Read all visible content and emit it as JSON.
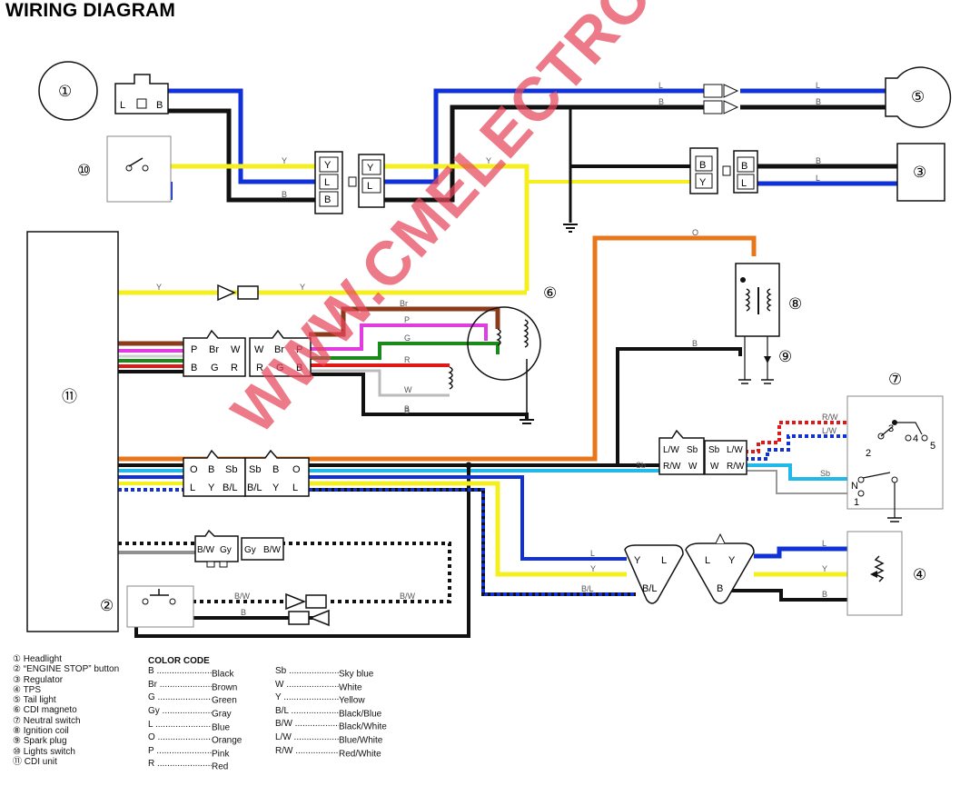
{
  "title": "WIRING DIAGRAM",
  "watermark": "WWW.CMELECTRONICA.COM.AR",
  "components": {
    "c1": "①",
    "c2": "②",
    "c3": "③",
    "c4": "④",
    "c5": "⑤",
    "c6": "⑥",
    "c7": "⑦",
    "c8": "⑧",
    "c9": "⑨",
    "c10": "⑩",
    "c11": "⑪"
  },
  "legend_components": [
    "① Headlight",
    "② “ENGINE STOP” button",
    "③ Regulator",
    "④ TPS",
    "⑤ Tail light",
    "⑥ CDI magneto",
    "⑦ Neutral switch",
    "⑧ Ignition coil",
    "⑨ Spark plug",
    "⑩ Lights switch",
    "⑪ CDI unit"
  ],
  "color_code": {
    "heading": "COLOR CODE",
    "col1": [
      {
        "code": "B",
        "name": "Black"
      },
      {
        "code": "Br",
        "name": "Brown"
      },
      {
        "code": "G",
        "name": "Green"
      },
      {
        "code": "Gy",
        "name": "Gray"
      },
      {
        "code": "L",
        "name": "Blue"
      },
      {
        "code": "O",
        "name": "Orange"
      },
      {
        "code": "P",
        "name": "Pink"
      },
      {
        "code": "R",
        "name": "Red"
      }
    ],
    "col2": [
      {
        "code": "Sb",
        "name": "Sky blue"
      },
      {
        "code": "W",
        "name": "White"
      },
      {
        "code": "Y",
        "name": "Yellow"
      },
      {
        "code": "B/L",
        "name": "Black/Blue"
      },
      {
        "code": "B/W",
        "name": "Black/White"
      },
      {
        "code": "L/W",
        "name": "Blue/White"
      },
      {
        "code": "R/W",
        "name": "Red/White"
      }
    ]
  },
  "pins": {
    "headlight_conn": [
      "L",
      "B"
    ],
    "sw_conn_left": [
      "Y",
      "L",
      "B"
    ],
    "sw_conn_right": [
      "Y",
      "L"
    ],
    "reg_conn_left": [
      "B",
      "Y"
    ],
    "reg_conn_right": [
      "B",
      "L"
    ],
    "mag_conn_left_top": [
      "P",
      "Br",
      "W"
    ],
    "mag_conn_left_bot": [
      "B",
      "G",
      "R"
    ],
    "mag_conn_right_top": [
      "W",
      "Br",
      "P"
    ],
    "mag_conn_right_bot": [
      "R",
      "G",
      "B"
    ],
    "cdi_conn_left_top": [
      "O",
      "B",
      "Sb"
    ],
    "cdi_conn_left_bot": [
      "L",
      "Y",
      "B/L"
    ],
    "cdi_conn_right_top": [
      "Sb",
      "B",
      "O"
    ],
    "cdi_conn_right_bot": [
      "B/L",
      "Y",
      "L"
    ],
    "stop_conn": [
      "B/W",
      "Gy",
      "Gy",
      "B/W"
    ],
    "neutral_conn_left": [
      "L/W",
      "Sb",
      "R/W",
      "W"
    ],
    "neutral_conn_right": [
      "Sb",
      "L/W",
      "W",
      "R/W"
    ],
    "tps_conn_left": [
      "Y",
      "L",
      "B/L"
    ],
    "tps_conn_right": [
      "L",
      "Y",
      "B"
    ],
    "neutral_sw_pins": [
      "3",
      "4",
      "5",
      "2",
      "N",
      "1"
    ]
  },
  "wire_labels": {
    "l1": "L",
    "l2": "B",
    "l3": "Y",
    "l4": "L",
    "l5": "B",
    "l6": "Y",
    "l7": "B",
    "l8": "L",
    "l9": "O",
    "l10": "B",
    "l11": "Y",
    "l12": "Y",
    "l13": "Br",
    "l14": "P",
    "l15": "G",
    "l16": "R",
    "l17": "W",
    "l18": "B",
    "l19": "Sb",
    "l20": "L/W",
    "l21": "R/W",
    "l22": "Sb",
    "l23": "L",
    "l24": "Y",
    "l25": "B/L",
    "l26": "L",
    "l27": "Y",
    "l28": "B",
    "l29": "B/W",
    "l30": "B/W",
    "l31": "B",
    "l32": "B",
    "l33": "B"
  },
  "colors": {
    "black": "#111111",
    "blue": "#1030d8",
    "yellow": "#f5ef20",
    "orange": "#e8761a",
    "brown": "#8b3a1a",
    "pink": "#e03ce0",
    "green": "#1a8a1a",
    "red": "#e01818",
    "skyblue": "#22b8e8",
    "gray": "#909090",
    "watermark": "#e6465a"
  }
}
